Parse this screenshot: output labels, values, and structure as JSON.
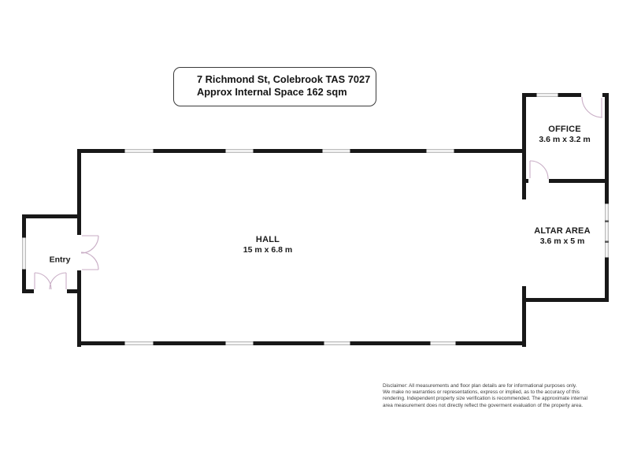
{
  "title_box": {
    "line1": "7 Richmond St, Colebrook TAS 7027",
    "line2": "Approx Internal Space 162 sqm"
  },
  "rooms": {
    "hall": {
      "name": "HALL",
      "dims": "15 m x 6.8 m"
    },
    "office": {
      "name": "OFFICE",
      "dims": "3.6 m x 3.2 m"
    },
    "altar": {
      "name": "ALTAR AREA",
      "dims": "3.6 m x 5 m"
    },
    "entry": {
      "name": "Entry"
    }
  },
  "disclaimer": {
    "line1": "Disclaimer: All measurements and floor plan details are for informational purposes only.",
    "line2": "We  make no warranties or representations, express or implied, as to the accuracy of this",
    "line3": "rendering. Independent property size verification is recommended. The approximate internal",
    "line4": "area measurement does not directly reflect the goverment evaluation of the property area."
  },
  "colors": {
    "wall": "#181818",
    "window_line": "#999999",
    "door_arc": "#c9aec6",
    "background": "#ffffff"
  }
}
